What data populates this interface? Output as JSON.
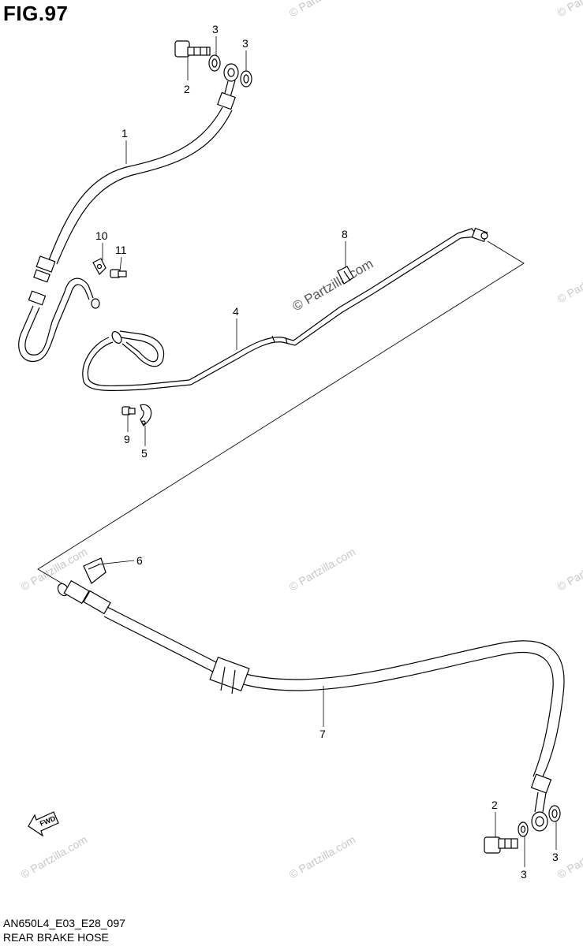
{
  "figure": {
    "label": "FIG.97",
    "code": "AN650L4_E03_E28_097",
    "title": "REAR BRAKE HOSE"
  },
  "callouts": {
    "c1": "1",
    "c2a": "2",
    "c2b": "2",
    "c3a": "3",
    "c3b": "3",
    "c3c": "3",
    "c3d": "3",
    "c4": "4",
    "c5": "5",
    "c6": "6",
    "c7": "7",
    "c8": "8",
    "c9": "9",
    "c10": "10",
    "c11": "11"
  },
  "fwd_arrow_text": "FWD",
  "watermark": {
    "text": "© Partzilla.com",
    "short": "© Partzi"
  }
}
